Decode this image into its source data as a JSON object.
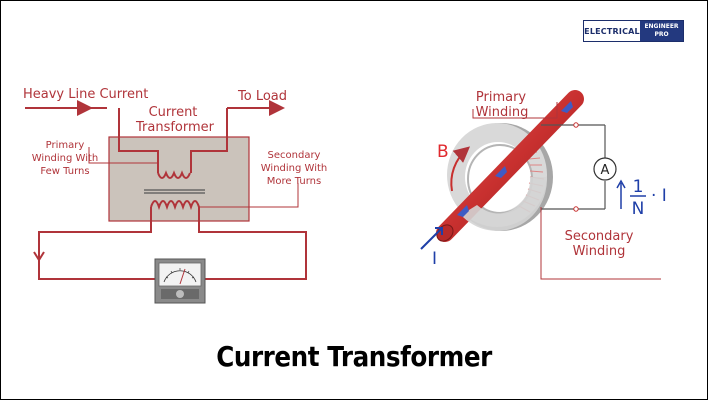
{
  "logo": {
    "left_text": "ELECTRICAL",
    "right_line1": "ENGINEER",
    "right_line2": "PRO"
  },
  "left_diagram": {
    "heavy_line_current": "Heavy Line Current",
    "to_load": "To Load",
    "ct_label_line1": "Current",
    "ct_label_line2": "Transformer",
    "primary_line1": "Primary",
    "primary_line2": "Winding With",
    "primary_line3": "Few Turns",
    "secondary_line1": "Secondary",
    "secondary_line2": "Winding With",
    "secondary_line3": "More Turns",
    "meter_icon": "ammeter-icon"
  },
  "right_diagram": {
    "primary_line1": "Primary",
    "primary_line2": "Winding",
    "secondary_line1": "Secondary",
    "secondary_line2": "Winding",
    "flux_symbol": "B",
    "current_symbol": "I",
    "ammeter_symbol": "A",
    "ratio_numerator": "1",
    "ratio_denominator": "N",
    "ratio_suffix": "· I"
  },
  "title": "Current Transformer",
  "colors": {
    "wire": "#b0343a",
    "core": "#cbc3bb",
    "blue": "#1f3fa8",
    "conductor": "#c8302f"
  }
}
